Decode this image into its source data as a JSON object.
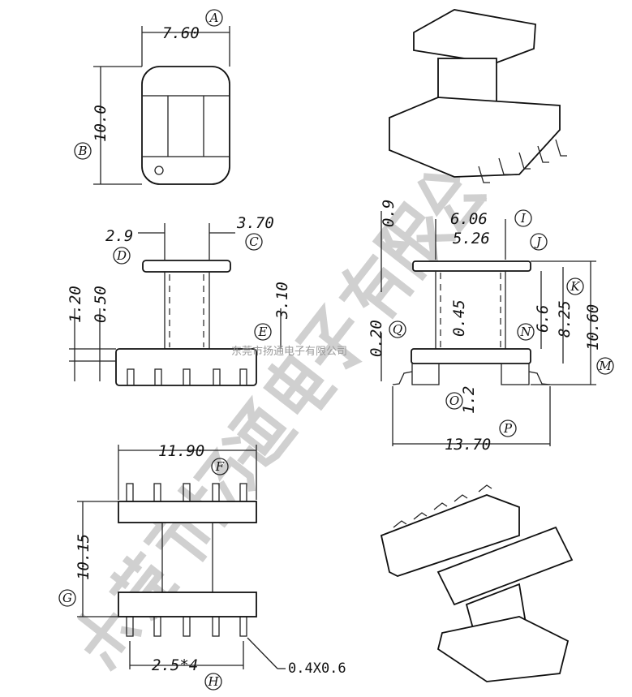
{
  "dimensions": {
    "A": "7.60",
    "B": "10.0",
    "C": "3.70",
    "D": "2.9",
    "E": "3.10",
    "F": "11.90",
    "G": "10.15",
    "H": "2.5*4",
    "I": "6.06",
    "J": "5.26",
    "K": "8.25",
    "M": "10.60",
    "N": "6.6",
    "O": "1.2",
    "P": "13.70",
    "Q": "0.20",
    "top_flange": "0.9",
    "wall": "0.45",
    "left_1": "1.20",
    "left_2": "0.50"
  },
  "labels": [
    "A",
    "B",
    "C",
    "D",
    "E",
    "F",
    "G",
    "H",
    "I",
    "J",
    "K",
    "M",
    "N",
    "O",
    "P",
    "Q"
  ],
  "pin_note": "0.4X0.6",
  "watermark": {
    "large": "东莞市扬通电子有限公司",
    "small": "东莞市扬通电子有限公司"
  }
}
